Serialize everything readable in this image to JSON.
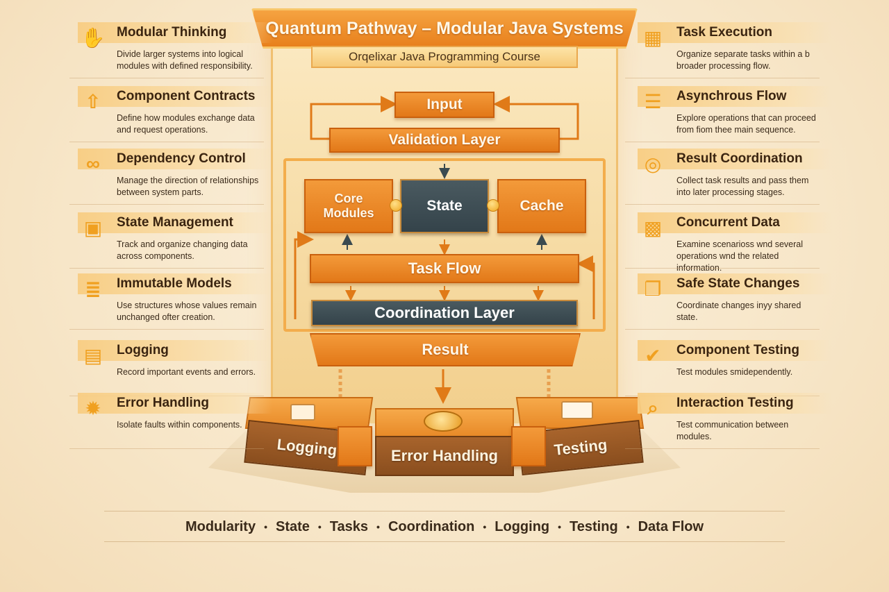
{
  "header": {
    "title": "Quantum Pathway – Modular Java Systems",
    "subtitle": "Orqelixar Java Programming Course"
  },
  "diagram": {
    "input": "Input",
    "validation": "Validation Layer",
    "core_modules": "Core Modules",
    "state": "State",
    "cache": "Cache",
    "task_flow": "Task Flow",
    "coordination": "Coordination Layer",
    "result": "Result"
  },
  "left_items": [
    {
      "icon": "hand-gear-icon",
      "title": "Modular Thinking",
      "desc": "Divide larger systems into logical modules with defined responsibility."
    },
    {
      "icon": "upload-document-icon",
      "title": "Component Contracts",
      "desc": "Define how modules exchange data and request operations."
    },
    {
      "icon": "link-icon",
      "title": "Dependency Control",
      "desc": "Manage the direction of relationships between system parts."
    },
    {
      "icon": "cubes-icon",
      "title": "State Management",
      "desc": "Track and organize changing data across components."
    },
    {
      "icon": "stack-icon",
      "title": "Immutable Models",
      "desc": "Use structures whose values remain unchanged ofter creation."
    },
    {
      "icon": "log-document-icon",
      "title": "Logging",
      "desc": "Record important events and errors."
    },
    {
      "icon": "shield-gear-icon",
      "title": "Error Handling",
      "desc": "Isolate faults within components."
    }
  ],
  "right_items": [
    {
      "icon": "task-blocks-icon",
      "title": "Task Execution",
      "desc": "Organize separate tasks within a b broader processing flow."
    },
    {
      "icon": "flow-list-icon",
      "title": "Asynchrous Flow",
      "desc": "Explore operations that can proceed from fiom thee main sequence."
    },
    {
      "icon": "coins-icon",
      "title": "Result Coordination",
      "desc": "Collect task results and pass them into later processing stages."
    },
    {
      "icon": "grid-cube-icon",
      "title": "Concurrent Data",
      "desc": "Examine scenarioss wnd several operations wnd the related information."
    },
    {
      "icon": "state-docs-icon",
      "title": "Safe State Changes",
      "desc": "Coordinate changes inyy shared state."
    },
    {
      "icon": "check-badge-icon",
      "title": "Component Testing",
      "desc": "Test modules smidependently."
    },
    {
      "icon": "magnifier-icon",
      "title": "Interaction Testing",
      "desc": "Test communication between modules."
    }
  ],
  "blocks": {
    "logging": "Logging",
    "error_handling": "Error Handling",
    "testing": "Testing"
  },
  "footer": [
    "Modularity",
    "State",
    "Tasks",
    "Coordination",
    "Logging",
    "Testing",
    "Data Flow"
  ],
  "colors": {
    "accent": "#e8801c",
    "dark": "#3b4a50",
    "background": "#f8ead0",
    "text": "#3a2a18"
  }
}
